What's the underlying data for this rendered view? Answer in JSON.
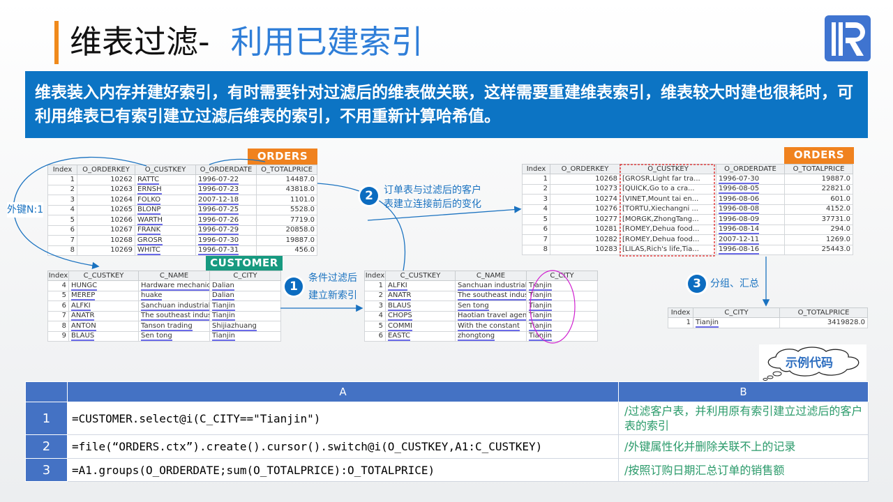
{
  "title": {
    "part1": "维表过滤-",
    "part2": "利用已建索引"
  },
  "logo": "R",
  "banner": "维表装入内存并建好索引，有时需要针对过滤后的维表做关联，这样需要重建维表索引，维表较大时建也很耗时，可利用维表已有索引建立过滤后维表的索引，不用重新计算哈希值。",
  "tags": {
    "orders": "ORDERS",
    "customer": "CUSTOMER"
  },
  "annotations": {
    "fk": "外键N:1",
    "step1_num": "1",
    "step1_line1": "条件过滤后",
    "step1_line2": "建立新索引",
    "step2_num": "2",
    "step2_line1": "订单表与过滤后的客户",
    "step2_line2": "表建立连接前后的变化",
    "step3_num": "3",
    "step3_text": "分组、汇总",
    "cloud": "示例代码"
  },
  "orders_before": {
    "headers": [
      "Index",
      "O_ORDERKEY",
      "O_CUSTKEY",
      "O_ORDERDATE",
      "O_TOTALPRICE"
    ],
    "rows": [
      [
        "1",
        "10262",
        "RATTC",
        "1996-07-22",
        "14487.0"
      ],
      [
        "2",
        "10263",
        "ERNSH",
        "1996-07-23",
        "43818.0"
      ],
      [
        "3",
        "10264",
        "FOLKO",
        "2007-12-18",
        "1101.0"
      ],
      [
        "4",
        "10265",
        "BLONP",
        "1996-07-25",
        "5528.0"
      ],
      [
        "5",
        "10266",
        "WARTH",
        "1996-07-26",
        "7719.0"
      ],
      [
        "6",
        "10267",
        "FRANK",
        "1996-07-29",
        "20858.0"
      ],
      [
        "7",
        "10268",
        "GROSR",
        "1996-07-30",
        "19887.0"
      ],
      [
        "8",
        "10269",
        "WHITC",
        "1996-07-31",
        "456.0"
      ]
    ]
  },
  "orders_after": {
    "headers": [
      "Index",
      "O_ORDERKEY",
      "O_CUSTKEY",
      "O_ORDERDATE",
      "O_TOTALPRICE"
    ],
    "rows": [
      [
        "1",
        "10268",
        "[GROSR,Light far tra...",
        "1996-07-30",
        "19887.0"
      ],
      [
        "2",
        "10273",
        "[QUICK,Go to a cra...",
        "1996-08-05",
        "22821.0"
      ],
      [
        "3",
        "10274",
        "[VINET,Mount tai en...",
        "1996-08-06",
        "601.0"
      ],
      [
        "4",
        "10276",
        "[TORTU,Xiechangni ...",
        "1996-08-08",
        "4152.0"
      ],
      [
        "5",
        "10277",
        "[MORGK,ZhongTang...",
        "1996-08-09",
        "37731.0"
      ],
      [
        "6",
        "10281",
        "[ROMEY,Dehua food...",
        "1996-08-14",
        "294.0"
      ],
      [
        "7",
        "10282",
        "[ROMEY,Dehua food...",
        "2007-12-11",
        "1269.0"
      ],
      [
        "8",
        "10283",
        "[LILAS,Rich's life,Tia...",
        "1996-08-16",
        "25443.0"
      ]
    ]
  },
  "customer": {
    "headers": [
      "Index",
      "C_CUSTKEY",
      "C_NAME",
      "C_CITY"
    ],
    "rows": [
      [
        "4",
        "HUNGC",
        "Hardware mechanical",
        "Dalian"
      ],
      [
        "5",
        "MEREP",
        "huake",
        "Dalian"
      ],
      [
        "6",
        "ALFKI",
        "Sanchuan industrial ...",
        "Tianjin"
      ],
      [
        "7",
        "ANATR",
        "The southeast indus...",
        "Tianjin"
      ],
      [
        "8",
        "ANTON",
        "Tanson trading",
        "Shijiazhuang"
      ],
      [
        "9",
        "BLAUS",
        "Sen tong",
        "Tianjin"
      ]
    ]
  },
  "customer_filtered": {
    "headers": [
      "Index",
      "C_CUSTKEY",
      "C_NAME",
      "C_CITY"
    ],
    "rows": [
      [
        "1",
        "ALFKI",
        "Sanchuan industrial ...",
        "Tianjin"
      ],
      [
        "2",
        "ANATR",
        "The southeast indus...",
        "Tianjin"
      ],
      [
        "3",
        "BLAUS",
        "Sen tong",
        "Tianjin"
      ],
      [
        "4",
        "CHOPS",
        "Haotian travel agency",
        "Tianjin"
      ],
      [
        "5",
        "COMMI",
        "With the constant",
        "Tianjin"
      ],
      [
        "6",
        "EASTC",
        "zhongtong",
        "Tianjin"
      ]
    ]
  },
  "grouped": {
    "headers": [
      "Index",
      "C_CITY",
      "O_TOTALPRICE"
    ],
    "rows": [
      [
        "1",
        "Tianjin",
        "3419828.0"
      ]
    ]
  },
  "code": {
    "headers": [
      "",
      "A",
      "B"
    ],
    "rows": [
      {
        "n": "1",
        "a": "=CUSTOMER.select@i(C_CITY==\"Tianjin\")",
        "b": "/过滤客户表，并利用原有索引建立过滤后的客户表的索引"
      },
      {
        "n": "2",
        "a": "=file(“ORDERS.ctx”).create().cursor().switch@i(O_CUSTKEY,A1:C_CUSTKEY)",
        "b": "/外键属性化并删除关联不上的记录"
      },
      {
        "n": "3",
        "a": "=A1.groups(O_ORDERDATE;sum(O_TOTALPRICE):O_TOTALPRICE)",
        "b": "/按照订购日期汇总订单的销售额"
      }
    ]
  }
}
